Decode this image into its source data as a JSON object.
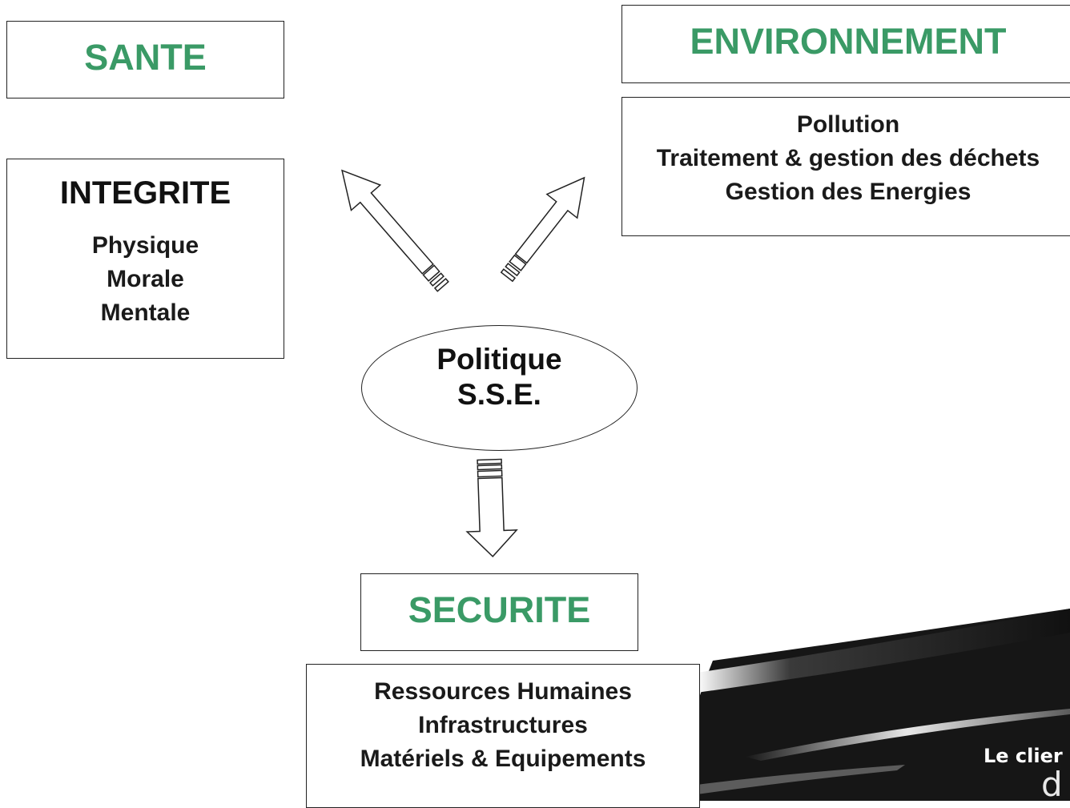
{
  "sante": {
    "title": "SANTE"
  },
  "integrite": {
    "title": "INTEGRITE",
    "items": [
      "Physique",
      "Morale",
      "Mentale"
    ]
  },
  "environnement": {
    "title": "ENVIRONNEMENT",
    "items": [
      "Pollution",
      "Traitement & gestion des déchets",
      "Gestion des Energies"
    ]
  },
  "policy": {
    "line1": "Politique",
    "line2": "S.S.E."
  },
  "securite": {
    "title": "SECURITE",
    "items": [
      "Ressources Humaines",
      "Infrastructures",
      "Matériels & Equipements"
    ]
  },
  "decor": {
    "caption": "Le clier",
    "caption2": "d"
  },
  "colors": {
    "accent_green": "#3a9a66",
    "border": "#222222"
  }
}
